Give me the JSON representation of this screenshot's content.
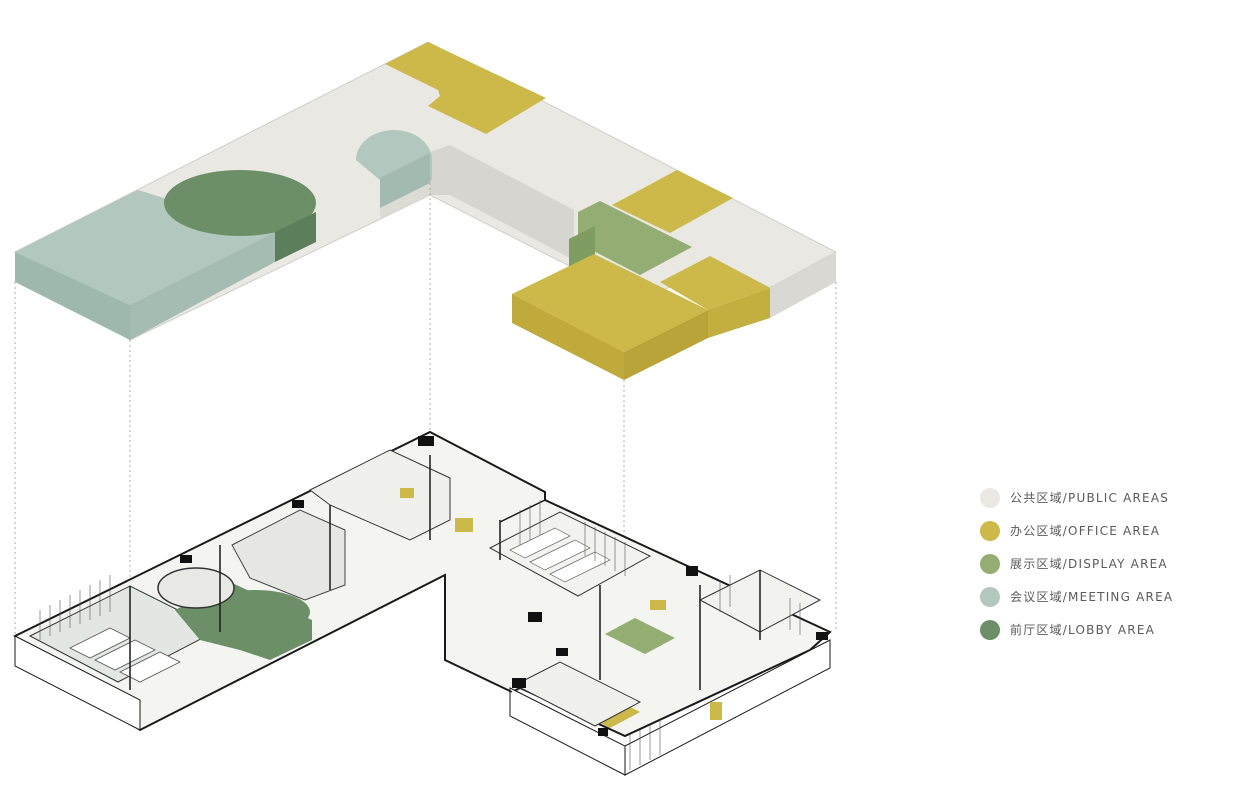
{
  "colors": {
    "public": "#e9e8e3",
    "office": "#cdb84a",
    "display": "#93ad73",
    "meeting": "#b2c8bf",
    "lobby": "#6c8f68",
    "line": "#1a1a1a"
  },
  "legend": [
    {
      "label": "公共区域/PUBLIC AREAS",
      "color": "#e9e8e3"
    },
    {
      "label": "办公区域/OFFICE AREA",
      "color": "#cdb84a"
    },
    {
      "label": "展示区域/DISPLAY AREA",
      "color": "#93ad73"
    },
    {
      "label": "会议区域/MEETING AREA",
      "color": "#b2c8bf"
    },
    {
      "label": "前厅区域/LOBBY AREA",
      "color": "#6c8f68"
    }
  ]
}
